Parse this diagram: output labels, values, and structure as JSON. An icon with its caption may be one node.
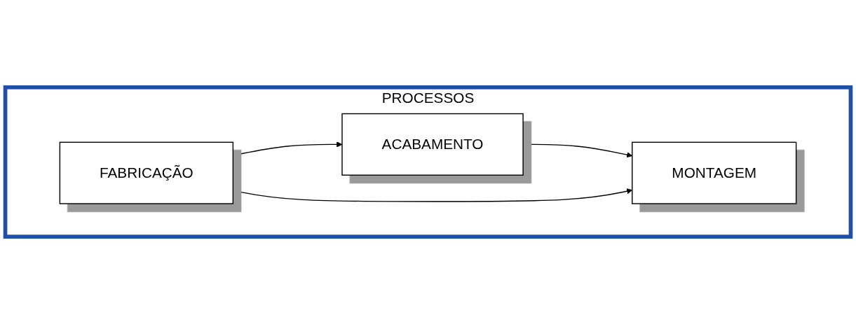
{
  "diagram": {
    "nodes": [
      {
        "text": [
          "PROCESSOS"
        ]
      },
      {
        "text": [
          "FABRICAÇÃO"
        ],
        "in": 0
      },
      {
        "text": [
          "ACABAMENTO"
        ],
        "in": 0
      },
      {
        "text": [
          "MONTAGEM"
        ],
        "in": 0
      }
    ],
    "edges": [
      {
        "from": 1,
        "to": 2,
        "arrow": "to"
      },
      {
        "from": 2,
        "to": 3,
        "arrow": "to"
      },
      {
        "from": 1,
        "to": 3,
        "arrow": "to"
      }
    ]
  }
}
